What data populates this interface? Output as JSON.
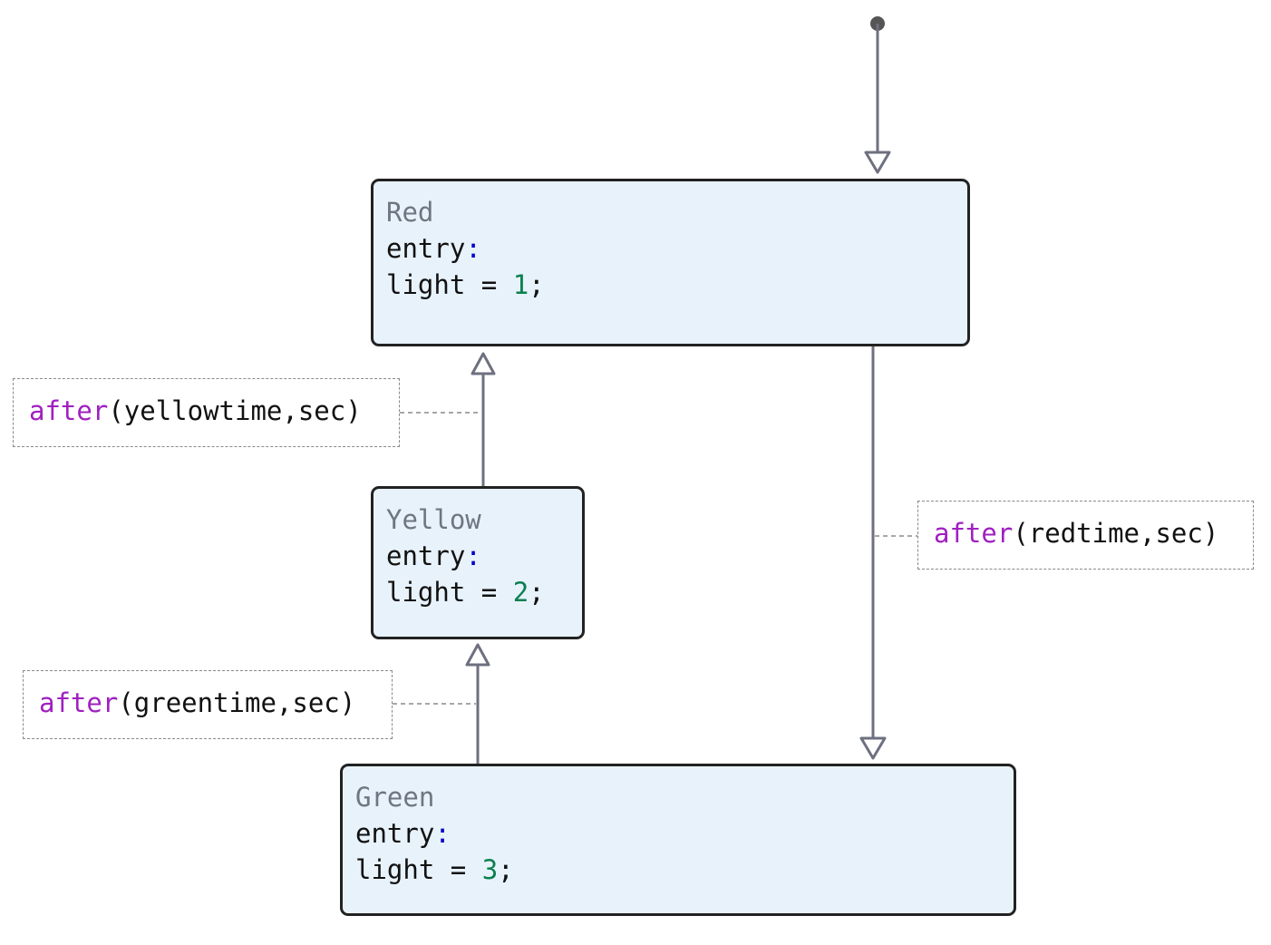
{
  "colors": {
    "state_fill": "#e8f2fb",
    "state_border": "#222222",
    "edge": "#6e7080",
    "keyword": "#a020c0",
    "number": "#0a8050",
    "colon": "#0000c8",
    "state_name": "#6e7681"
  },
  "states": {
    "red": {
      "name": "Red",
      "entry": "entry",
      "colon": ":",
      "code_prefix": "light = ",
      "value": "1",
      "code_suffix": ";"
    },
    "yellow": {
      "name": "Yellow",
      "entry": "entry",
      "colon": ":",
      "code_prefix": "light = ",
      "value": "2",
      "code_suffix": ";"
    },
    "green": {
      "name": "Green",
      "entry": "entry",
      "colon": ":",
      "code_prefix": "light = ",
      "value": "3",
      "code_suffix": ";"
    }
  },
  "transitions": {
    "yellow_to_red": {
      "func": "after",
      "args": "(yellowtime,sec)"
    },
    "red_to_green": {
      "func": "after",
      "args": "(redtime,sec)"
    },
    "green_to_yellow": {
      "func": "after",
      "args": "(greentime,sec)"
    }
  }
}
